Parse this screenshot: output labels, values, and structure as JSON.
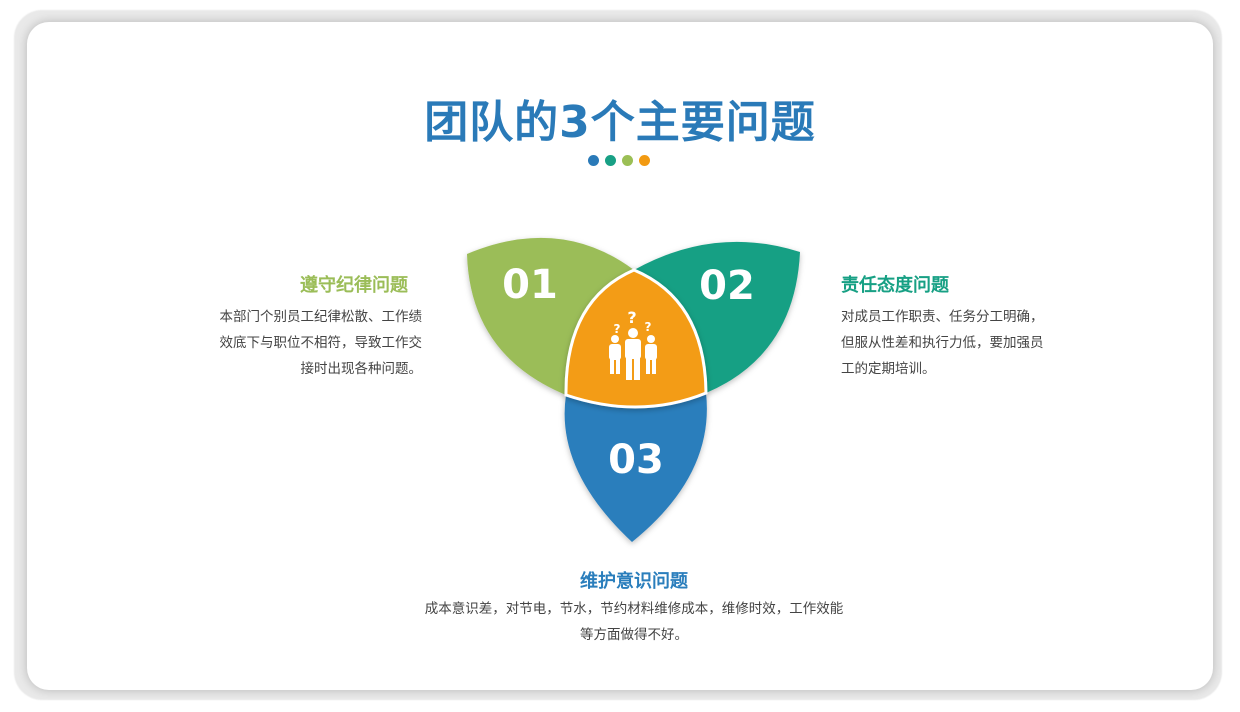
{
  "title": "团队的3个主要问题",
  "dot_colors": [
    "#2a7ab8",
    "#18a085",
    "#9bbf55",
    "#f29a12"
  ],
  "petals": [
    {
      "number": "01",
      "heading": "遵守纪律问题",
      "color": "#9bbd58",
      "lines": [
        "本部门个别员工纪律松散、工作绩",
        "效底下与职位不相符，导致工作交",
        "接时出现各种问题。"
      ]
    },
    {
      "number": "02",
      "heading": "责任态度问题",
      "color": "#17a084",
      "lines": [
        "对成员工作职责、任务分工明确，",
        "但服从性差和执行力低，要加强员",
        "工的定期培训。"
      ]
    },
    {
      "number": "03",
      "heading": "维护意识问题",
      "color": "#2a7ebc",
      "lines": [
        "成本意识差，对节电，节水，节约材料维修成本，维修时效，工作效能",
        "等方面做得不好。"
      ]
    }
  ],
  "center_color": "#f39c12",
  "center_icon": "team-question-icon",
  "question_marks": [
    "?",
    "?",
    "?"
  ]
}
